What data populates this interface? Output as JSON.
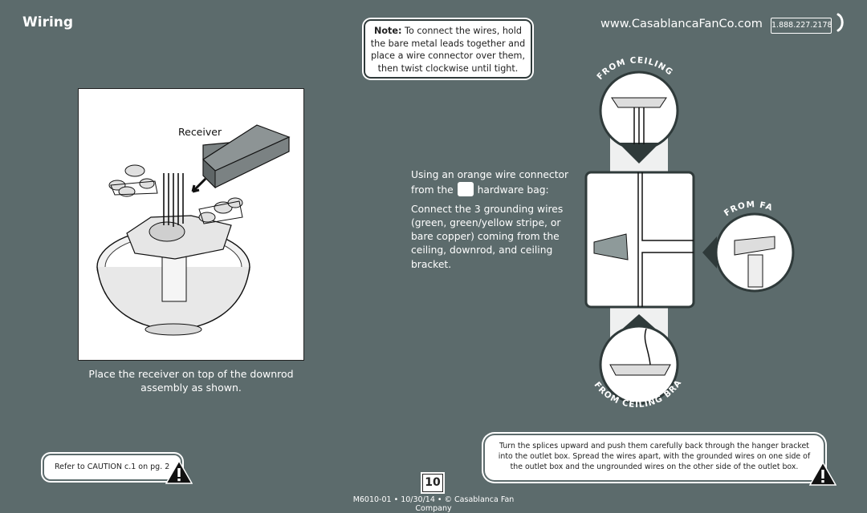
{
  "header": {
    "title": "Wiring",
    "website": "www.CasablancaFanCo.com",
    "phone": "1.888.227.2178",
    "phone_icon": "phone-icon"
  },
  "note": {
    "label": "Note:",
    "text_1": " To connect the wires, hold",
    "text_2": "the bare metal leads together and",
    "text_3": "place a wire connector over them,",
    "text_4": "then twist clockwise until tight."
  },
  "figure_left": {
    "receiver_label": "Receiver",
    "caption_1": "Place the receiver on top of the downrod",
    "caption_2": "assembly as shown."
  },
  "instructions": {
    "line1a": "Using an orange wire connector",
    "line1b": "from the",
    "line1c": "hardware bag:",
    "line2": "Connect the 3 grounding wires (green, green/yellow stripe, or bare copper) coming from the ceiling, downrod, and ceiling bracket."
  },
  "diagram": {
    "from_ceiling": "FROM CEILING",
    "from_fan": "FROM FAN",
    "from_ceiling_bracket": "FROM CEILING BRACKET"
  },
  "caution": {
    "text": "Refer to CAUTION c.1 on pg. 2",
    "icon": "warning-icon"
  },
  "bottom_note": {
    "text": "Turn the splices upward and push them carefully back through the hanger bracket into the outlet box. Spread the wires apart, with the grounded wires on one side of the outlet box and the ungrounded wires on the other side of the outlet box.",
    "icon": "warning-icon"
  },
  "footer": {
    "page_number": "10",
    "doc_info": "M6010-01 • 10/30/14 • © Casablanca Fan Company"
  }
}
